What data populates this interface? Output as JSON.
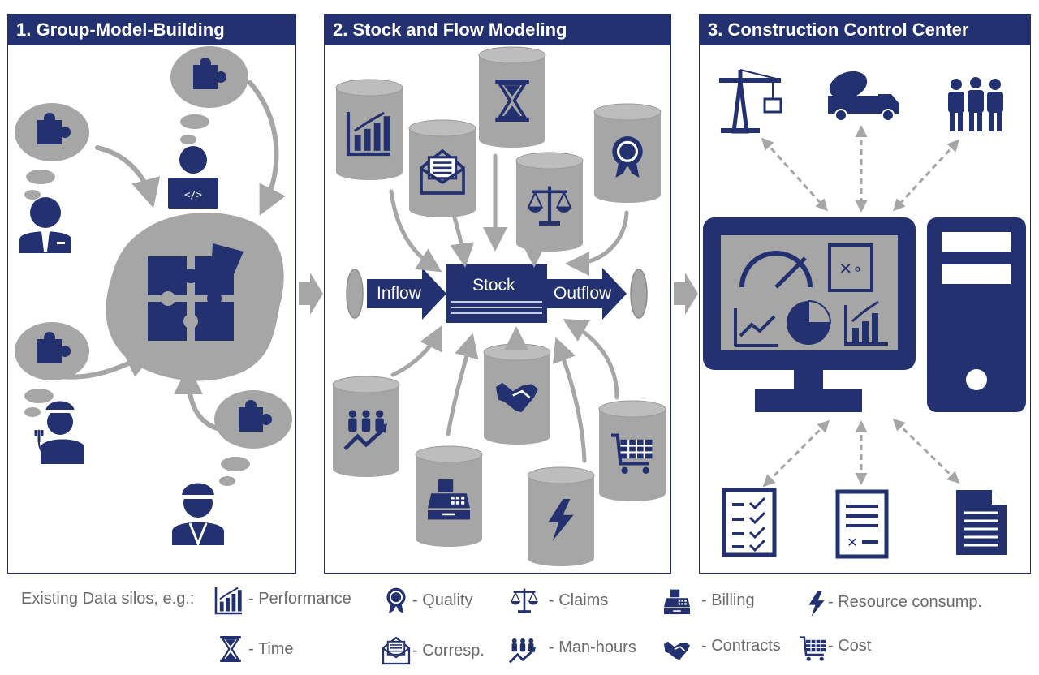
{
  "panels": {
    "p1": "1. Group-Model-Building",
    "p2": "2. Stock and Flow Modeling",
    "p3": "3. Construction Control Center"
  },
  "flow": {
    "inflow": "Inflow",
    "stock": "Stock",
    "outflow": "Outflow"
  },
  "legend": {
    "intro": "Existing Data silos, e.g.:",
    "items": [
      {
        "icon": "bar-chart-icon",
        "label": "- Performance"
      },
      {
        "icon": "award-ribbon-icon",
        "label": "- Quality"
      },
      {
        "icon": "scales-icon",
        "label": "- Claims"
      },
      {
        "icon": "cash-register-icon",
        "label": "- Billing"
      },
      {
        "icon": "lightning-icon",
        "label": "- Resource consump."
      },
      {
        "icon": "hourglass-icon",
        "label": "- Time"
      },
      {
        "icon": "envelope-icon",
        "label": "- Corresp."
      },
      {
        "icon": "man-hours-icon",
        "label": "- Man-hours"
      },
      {
        "icon": "handshake-icon",
        "label": "- Contracts"
      },
      {
        "icon": "shopping-cart-icon",
        "label": "- Cost"
      }
    ]
  },
  "colors": {
    "navy": "#233170",
    "gray": "#a6a6a6",
    "dark_gray": "#8c8c8c",
    "text_gray": "#6b6b6b"
  }
}
